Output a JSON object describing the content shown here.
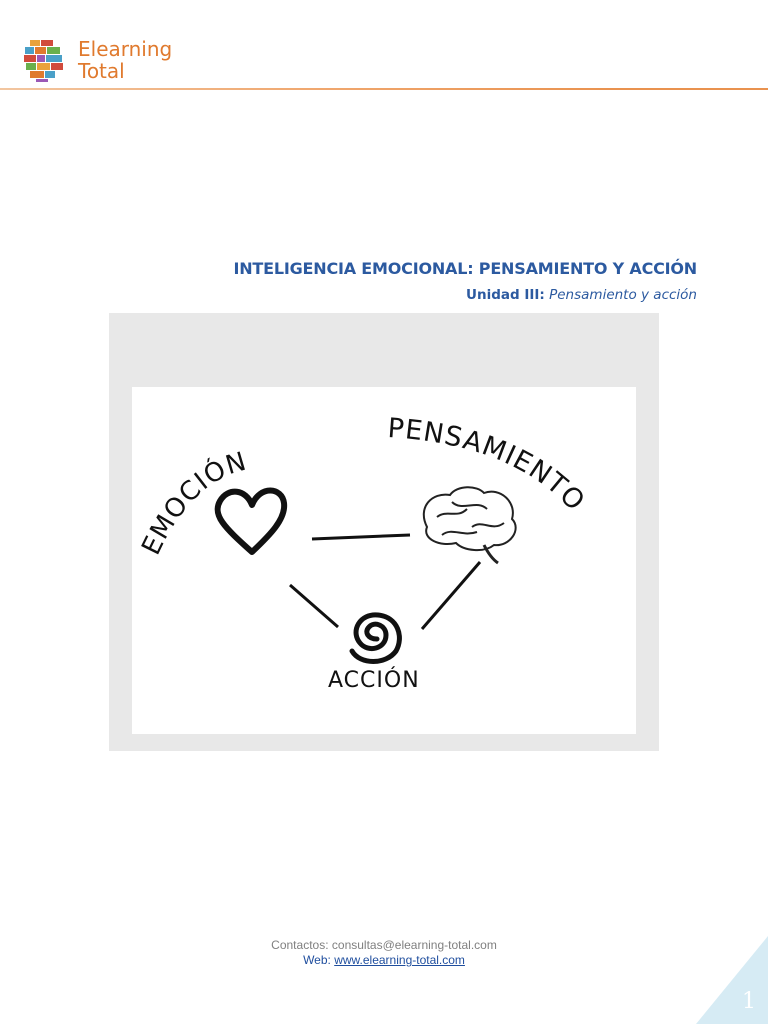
{
  "header": {
    "brand_line1": "Elearning",
    "brand_line2": "Total"
  },
  "document": {
    "title": "INTELIGENCIA EMOCIONAL: PENSAMIENTO Y ACCIÓN",
    "unit_label": "Unidad III:",
    "unit_topic": "Pensamiento y acción"
  },
  "figure": {
    "word_emotion": "EMOCIÓN",
    "word_thought": "PENSAMIENTO",
    "word_action": "ACCIÓN"
  },
  "footer": {
    "contacts_label": "Contactos:",
    "contacts_email": "consultas@elearning-total.com",
    "web_label": "Web:",
    "web_url": "www.elearning-total.com"
  },
  "page": {
    "number": "1"
  },
  "colors": {
    "brand_orange": "#e07a2e",
    "title_blue": "#2c5aa0",
    "corner_blue": "#d6ebf4"
  }
}
